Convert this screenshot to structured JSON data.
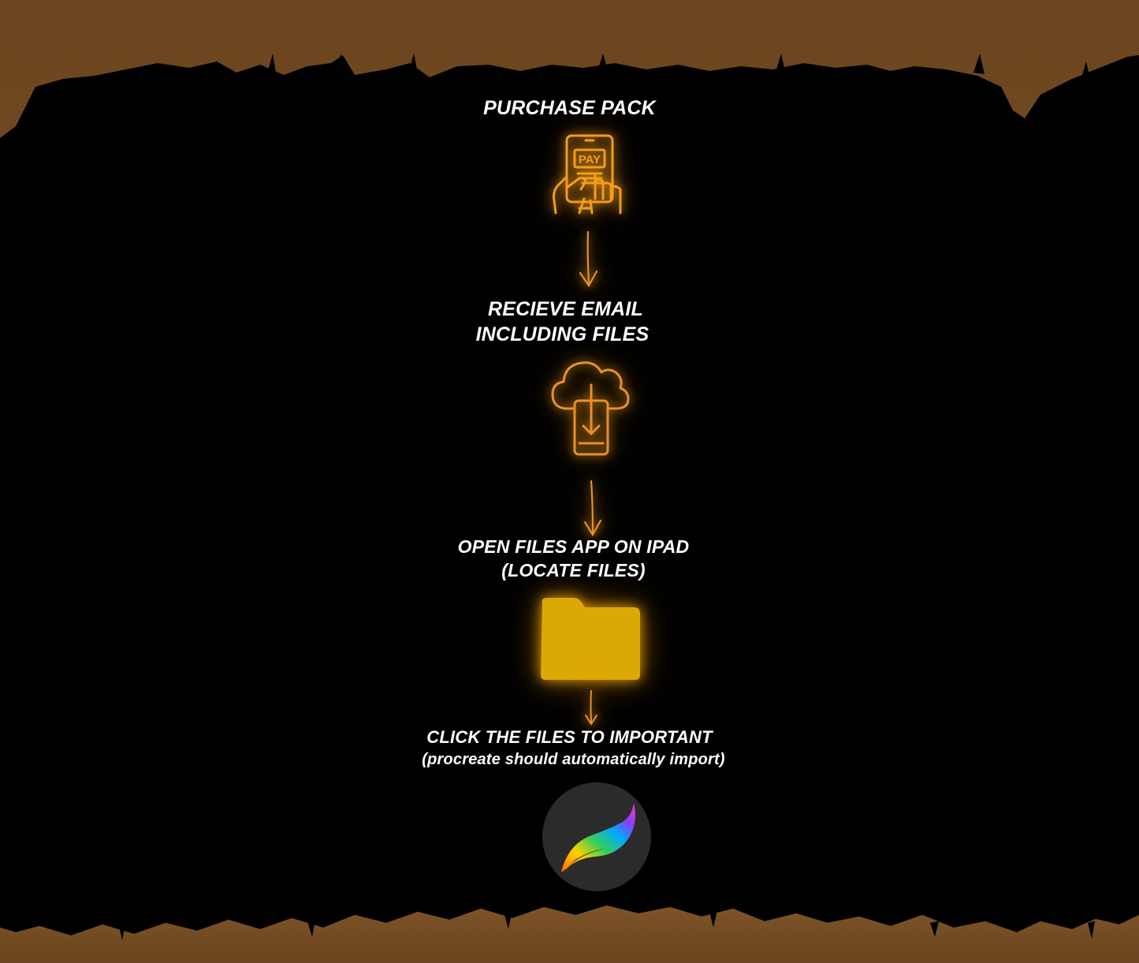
{
  "colors": {
    "background": "#000000",
    "brush_edge": "#7a5128",
    "accent_orange": "#f59c1a",
    "folder_yellow": "#dca806"
  },
  "steps": [
    {
      "lines": [
        "PURCHASE PACK"
      ],
      "icon": "pay-phone-icon",
      "icon_text": "PAY"
    },
    {
      "lines": [
        "RECIEVE EMAIL",
        "INCLUDING FILES"
      ],
      "icon": "cloud-download-icon"
    },
    {
      "lines": [
        "OPEN FILES APP ON IPAD",
        "(LOCATE FILES)"
      ],
      "icon": "folder-icon"
    },
    {
      "lines": [
        "CLICK THE FILES TO IMPORTANT",
        "(procreate should automatically import)"
      ],
      "icon": "procreate-logo-icon"
    }
  ]
}
